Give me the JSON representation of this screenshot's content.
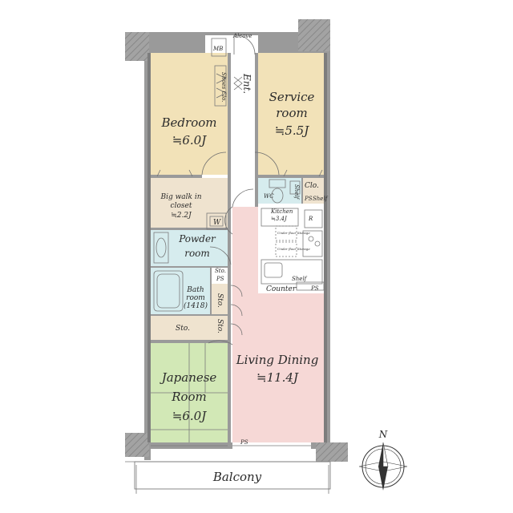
{
  "rooms": {
    "alcove": "Alcove",
    "mb": "MB",
    "shoes_clo": "Shoes Clo.",
    "entrance": "Ent.",
    "bedroom": "Bedroom",
    "bedroom_size": "≒6.0J",
    "service_room_line1": "Service",
    "service_room_line2": "room",
    "service_room_size": "≒5.5J",
    "big_walk_line1": "Big walk in",
    "big_walk_line2": "closet",
    "big_walk_size": "≒2.2J",
    "w": "W",
    "wc": "WC",
    "shelf": "Shelf",
    "clo": "Clo.",
    "ps": "PS",
    "kitchen": "Kitchen",
    "kitchen_size": "≒3.4J",
    "r": "R",
    "under_floor": "Under floor Storage",
    "powder_line1": "Powder",
    "powder_line2": "room",
    "sto": "Sto.",
    "bath_line1": "Bath",
    "bath_line2": "room",
    "bath_size": "(1418)",
    "counter": "Counter",
    "living_dining": "Living Dining",
    "living_dining_size": "≒11.4J",
    "japanese_line1": "Japanese",
    "japanese_line2": "Room",
    "japanese_size": "≒6.0J",
    "balcony": "Balcony",
    "north": "N"
  },
  "colors": {
    "bedroom": "#f2e2b8",
    "service_room": "#f2e2b8",
    "living_dining": "#f6d8d6",
    "japanese_room": "#d2e8b6",
    "wet_area": "#d6ecee",
    "storage": "#efe3cf",
    "corridor": "#ffffff",
    "wall": "#9a9a9a"
  }
}
